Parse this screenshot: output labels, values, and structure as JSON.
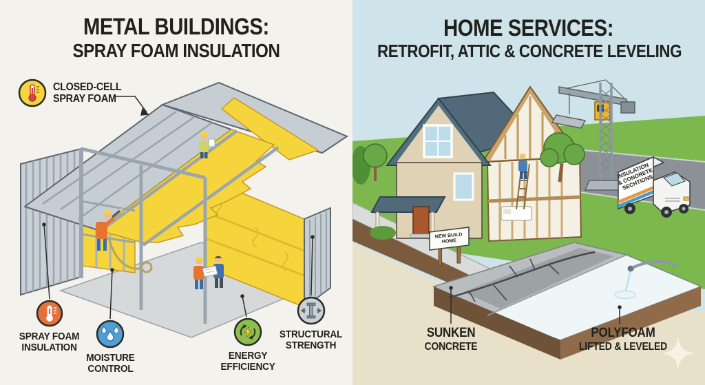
{
  "left_panel": {
    "title_line1": "METAL BUILDINGS:",
    "title_line2": "SPRAY FOAM INSULATION",
    "top_callout": {
      "line1": "CLOSED-CELL",
      "line2": "SPRAY FOAM"
    },
    "features": [
      {
        "line1": "SPRAY FOAM",
        "line2": "INSULATION",
        "icon": "thermometer-icon",
        "color": "#e4703a"
      },
      {
        "line1": "MOISTURE",
        "line2": "CONTROL",
        "icon": "water-drops-icon",
        "color": "#4f9fd4"
      },
      {
        "line1": "ENERGY",
        "line2": "EFFICIENCY",
        "icon": "energy-recycle-icon",
        "color": "#8cbf4e"
      },
      {
        "line1": "STRUCTURAL",
        "line2": "STRENGTH",
        "icon": "i-beam-arrows-icon",
        "color": "#ccd1d5"
      }
    ]
  },
  "right_panel": {
    "title_line1": "HOME SERVICES:",
    "title_line2": "RETROFIT, ATTIC & CONCRETE LEVELING",
    "truck_sign": {
      "line1": "INSULATION",
      "line2": "& CONORETE",
      "line3": "SECHTIONS"
    },
    "yard_sign": {
      "line1": "NEW BUILD",
      "line2": "HOME"
    },
    "labels": [
      {
        "line1": "SUNKEN",
        "line2": "CONCRETE"
      },
      {
        "line1": "POLYFOAM",
        "line2": "LIFTED & LEVELED"
      }
    ]
  },
  "colors": {
    "paper": "#f3f2ec",
    "ink": "#20211d",
    "sky": "#cfe3ea",
    "foam_yellow": "#f6d53c",
    "steel": "#c6ced4",
    "grass": "#7cb84e",
    "soil": "#7b5b3e",
    "beige": "#e9e0ca",
    "accent_orange": "#e4703a",
    "accent_blue": "#4f9fd4",
    "accent_green": "#8cbf4e",
    "callout_yellow": "#f5d440"
  }
}
